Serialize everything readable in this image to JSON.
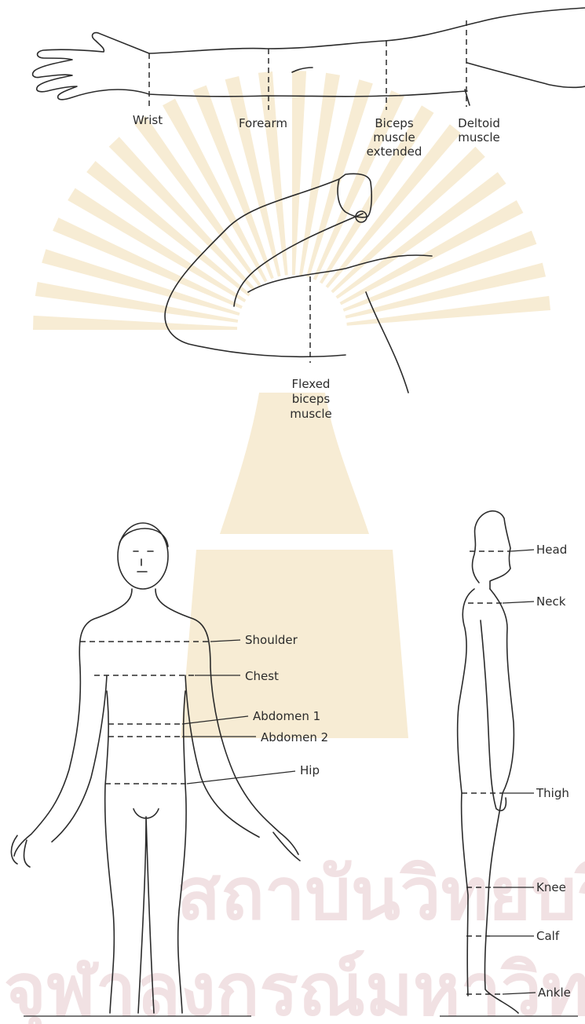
{
  "watermark": {
    "line1": "สถาบันวิทยบริการ",
    "line2": "จุฬาลงกรณ์มหาวิทยาลัย",
    "ray_color": "#f7ecd4",
    "text_color": "#f1e1e3"
  },
  "arm_extended": {
    "labels": {
      "wrist": "Wrist",
      "forearm": "Forearm",
      "biceps_extended_1": "Biceps",
      "biceps_extended_2": "muscle",
      "biceps_extended_3": "extended",
      "deltoid_1": "Deltoid",
      "deltoid_2": "muscle"
    }
  },
  "arm_flexed": {
    "labels": {
      "flexed_1": "Flexed",
      "flexed_2": "biceps",
      "flexed_3": "muscle"
    }
  },
  "front_view": {
    "labels": {
      "shoulder": "Shoulder",
      "chest": "Chest",
      "abdomen1": "Abdomen 1",
      "abdomen2": "Abdomen 2",
      "hip": "Hip"
    }
  },
  "side_view": {
    "labels": {
      "head": "Head",
      "neck": "Neck",
      "thigh": "Thigh",
      "knee": "Knee",
      "calf": "Calf",
      "ankle": "Ankle"
    }
  }
}
